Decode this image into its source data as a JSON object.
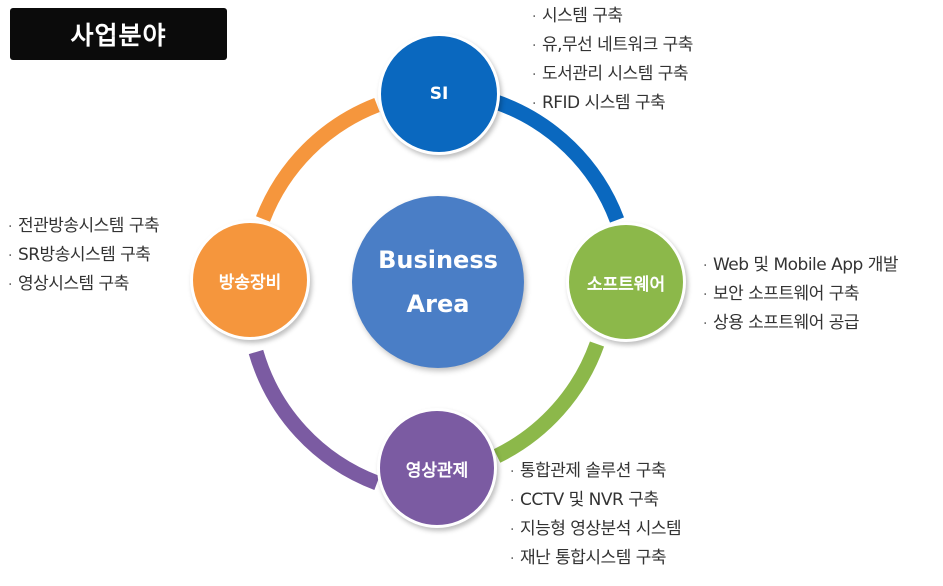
{
  "title": "사업분야",
  "center": {
    "line1": "Business",
    "line2": "Area"
  },
  "nodes": {
    "si": {
      "label": "SI",
      "color": "#0a68bf"
    },
    "software": {
      "label": "소프트웨어",
      "color": "#8cb84a"
    },
    "surveillance": {
      "label": "영상관제",
      "color": "#7b5ba2"
    },
    "broadcast": {
      "label": "방송장비",
      "color": "#f5963d"
    }
  },
  "center_color": "#4a7ec6",
  "bullet_glyph": "·",
  "lists": {
    "si": [
      "시스템 구축",
      "유,무선 네트워크 구축",
      "도서관리 시스템 구축",
      "RFID 시스템 구축"
    ],
    "software": [
      "Web 및 Mobile App 개발",
      "보안 소프트웨어 구축",
      "상용 소프트웨어 공급"
    ],
    "surveillance": [
      "통합관제 솔루션 구축",
      "CCTV 및 NVR 구축",
      "지능형 영상분석 시스템",
      "재난 통합시스템 구축"
    ],
    "broadcast": [
      "전관방송시스템 구축",
      "SR방송시스템 구축",
      "영상시스템 구축"
    ]
  }
}
